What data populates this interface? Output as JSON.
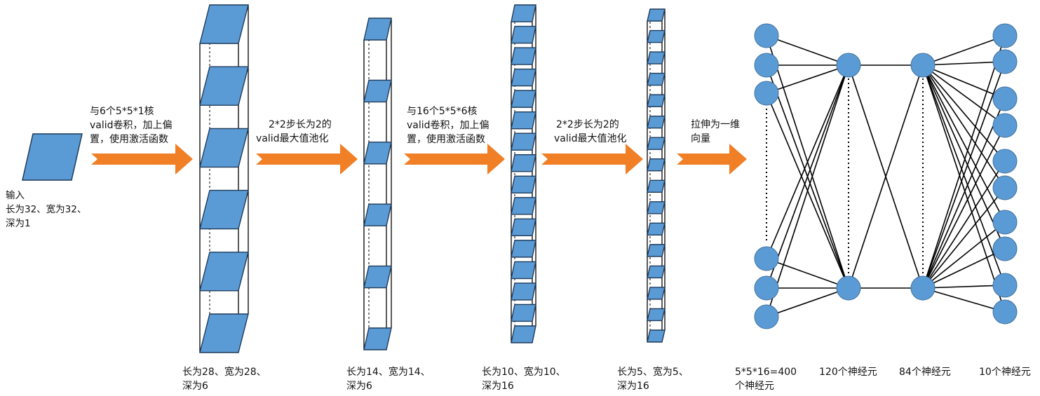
{
  "colors": {
    "layer_fill": "#5b9bd5",
    "layer_stroke": "#1f3b5a",
    "arrow": "#f07f26",
    "node_fill": "#5b9bd5",
    "node_stroke": "#41719c",
    "line": "#000000"
  },
  "input": {
    "label_lines": [
      "输入",
      "长为32、宽为32、",
      "深为1"
    ]
  },
  "steps": [
    {
      "lines": [
        "与6个5*5*1核",
        "valid卷积，加上偏",
        "置，使用激活函数"
      ]
    },
    {
      "lines": [
        "2*2步长为2的",
        "valid最大值池化"
      ]
    },
    {
      "lines": [
        "与16个5*5*6核",
        "valid卷积，加上偏",
        "置，使用激活函数"
      ]
    },
    {
      "lines": [
        "2*2步长为2的",
        "valid最大值池化"
      ]
    },
    {
      "lines": [
        "拉伸为一维",
        "向量"
      ]
    }
  ],
  "feature_maps": [
    {
      "lines": [
        "长为28、宽为28、",
        "深为6"
      ],
      "depth": 6
    },
    {
      "lines": [
        "长为14、宽为14、",
        "深为6"
      ],
      "depth": 6
    },
    {
      "lines": [
        "长为10、宽为10、",
        "深为16"
      ],
      "depth": 16
    },
    {
      "lines": [
        "长为5、宽为5、",
        "深为16"
      ],
      "depth": 16
    }
  ],
  "dense_layers": [
    {
      "lines": [
        "5*5*16=400",
        "个神经元"
      ],
      "neurons": 400
    },
    {
      "lines": [
        "120个神经元"
      ],
      "neurons": 120
    },
    {
      "lines": [
        "84个神经元"
      ],
      "neurons": 84
    },
    {
      "lines": [
        "10个神经元"
      ],
      "neurons": 10
    }
  ]
}
